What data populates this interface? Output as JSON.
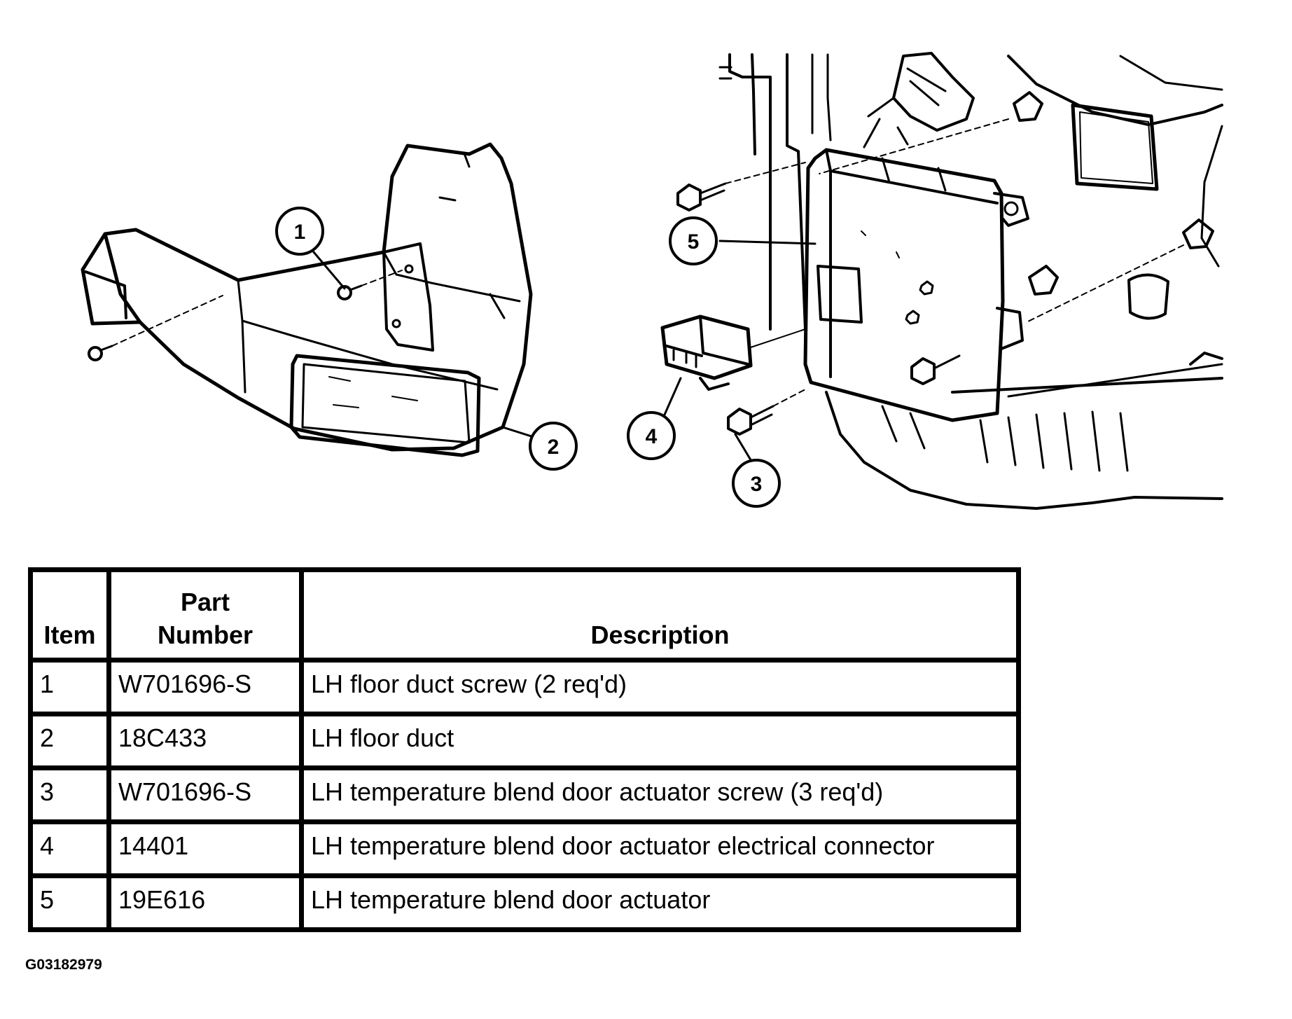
{
  "callouts": {
    "c1": "1",
    "c2": "2",
    "c3": "3",
    "c4": "4",
    "c5": "5"
  },
  "table": {
    "headers": {
      "item": "Item",
      "part_number_line1": "Part",
      "part_number_line2": "Number",
      "description": "Description"
    },
    "rows": [
      {
        "item": "1",
        "part_number": "W701696-S",
        "description": "LH floor duct screw (2 req'd)"
      },
      {
        "item": "2",
        "part_number": "18C433",
        "description": "LH floor duct"
      },
      {
        "item": "3",
        "part_number": "W701696-S",
        "description": "LH temperature blend door actuator screw (3 req'd)"
      },
      {
        "item": "4",
        "part_number": "14401",
        "description": "LH temperature blend door actuator electrical connector"
      },
      {
        "item": "5",
        "part_number": "19E616",
        "description": "LH temperature blend door actuator"
      }
    ]
  },
  "figure_code": "G03182979"
}
